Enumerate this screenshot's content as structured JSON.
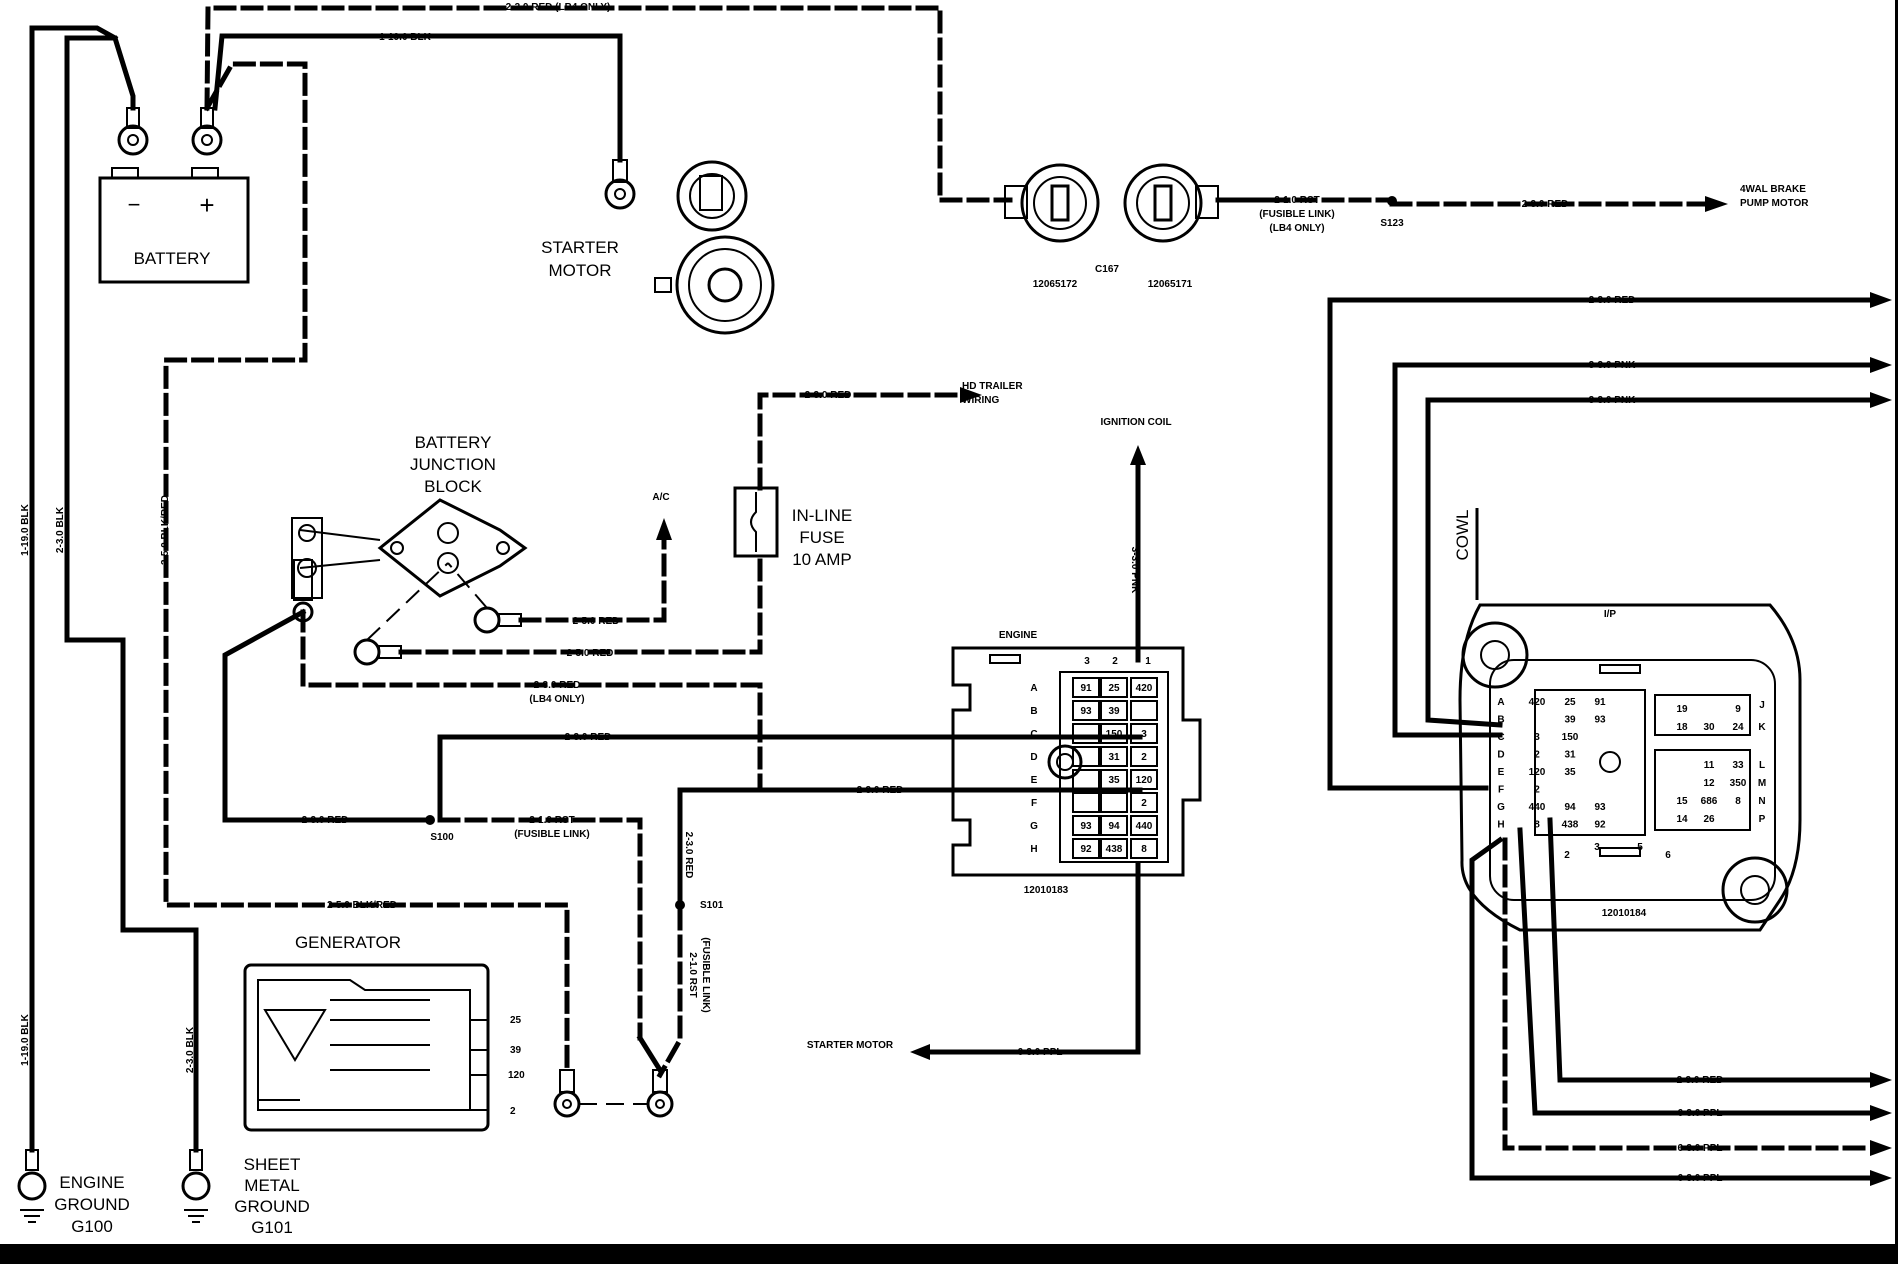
{
  "components": {
    "battery": "BATTERY",
    "battery_minus": "−",
    "battery_plus": "+",
    "starter_motor": [
      "STARTER",
      "MOTOR"
    ],
    "battery_junction_block": [
      "BATTERY",
      "JUNCTION",
      "BLOCK"
    ],
    "inline_fuse": [
      "IN-LINE",
      "FUSE",
      "10 AMP"
    ],
    "generator": "GENERATOR",
    "engine_ground": [
      "ENGINE",
      "GROUND",
      "G100"
    ],
    "sheet_metal_ground": [
      "SHEET",
      "METAL",
      "GROUND",
      "G101"
    ],
    "cowl": "COWL",
    "ip": "I/P",
    "engine_block_label": "ENGINE",
    "connector_c167": "C167",
    "part_12065172": "12065172",
    "part_12065171": "12065171",
    "part_12010183": "12010183",
    "part_12010184": "12010184",
    "splice_s100": "S100",
    "splice_s101": "S101",
    "splice_s123": "S123"
  },
  "destinations": {
    "brake_pump": [
      "4WAL BRAKE",
      "PUMP MOTOR"
    ],
    "hd_trailer": [
      "HD TRAILER",
      "WIRING"
    ],
    "ignition_coil": "IGNITION COIL",
    "ac": "A/C",
    "starter_motor": "STARTER MOTOR"
  },
  "wires": {
    "red_lb4_top": "2-3.0 RED (LB4 ONLY)",
    "blk_top": "1-19.0 BLK",
    "blk_left_1": "1-19.0 BLK",
    "blk_left_2": "2-3.0 BLK",
    "blk_red_vert": "2-5.0 BLK/RED",
    "rst_fusible_top": [
      "2-1.0 RST",
      "(FUSIBLE LINK)",
      "(LB4 ONLY)"
    ],
    "red_to_pump": "2-3.0 RED",
    "red_trailer": "2-3.0 RED",
    "pnk_ign": "3-3.0 PNK",
    "red_ac": "2-5.0 RED",
    "red_fuse": "2-5.0 RED",
    "red_lb4_mid": [
      "2-3.0 RED",
      "(LB4 ONLY)"
    ],
    "red_mid": "2-3.0 RED",
    "red_low": "2-3.0 RED",
    "red_s100": "2-3.0 RED",
    "rst_s100": [
      "2-1.0 RST",
      "(FUSIBLE LINK)"
    ],
    "red_vert_s101": "2-3.0 RED",
    "rst_vert_s101": [
      "2-1.0 RST",
      "(FUSIBLE LINK)"
    ],
    "blk_red_gen": "2-5.0 BLK/RED",
    "ppl_starter": "6-3.0 PPL",
    "blk_bottom_1": "1-19.0 BLK",
    "blk_bottom_2": "2-3.0 BLK",
    "right_red_top": "2-3.0 RED",
    "right_pnk_1": "3-3.0 PNK",
    "right_pnk_2": "3-3.0 PNK",
    "right_red_bottom": "2-3.0 RED",
    "right_ppl_1": "6-3.0 PPL",
    "right_ppl_2": "6-3.0 PPL",
    "right_ppl_3": "6-3.0 PPL"
  },
  "generator_terminals": [
    "25",
    "39",
    "120",
    "2"
  ],
  "engine_block": {
    "columns": [
      "3",
      "2",
      "1"
    ],
    "rows": [
      "A",
      "B",
      "C",
      "D",
      "E",
      "F",
      "G",
      "H"
    ],
    "cells": [
      [
        "91",
        "25",
        "420"
      ],
      [
        "93",
        "39",
        ""
      ],
      [
        "",
        "150",
        "3"
      ],
      [
        "",
        "31",
        "2"
      ],
      [
        "",
        "35",
        "120"
      ],
      [
        "",
        "",
        "2"
      ],
      [
        "93",
        "94",
        "440"
      ],
      [
        "92",
        "438",
        "8"
      ]
    ]
  },
  "ip_block": {
    "rows_left": [
      "A",
      "B",
      "C",
      "D",
      "E",
      "F",
      "G",
      "H"
    ],
    "cells_left": [
      [
        "420",
        "25",
        "91"
      ],
      [
        "",
        "39",
        "93"
      ],
      [
        "3",
        "150",
        ""
      ],
      [
        "2",
        "31",
        ""
      ],
      [
        "120",
        "35",
        ""
      ],
      [
        "2",
        "",
        ""
      ],
      [
        "440",
        "94",
        "93"
      ],
      [
        "8",
        "438",
        "92"
      ]
    ],
    "rows_right": [
      "J",
      "K",
      "L",
      "M",
      "N",
      "P"
    ],
    "cells_right_top": [
      [
        "19",
        "",
        "9"
      ],
      [
        "18",
        "30",
        "24"
      ]
    ],
    "cells_right_bottom": [
      [
        "",
        "11",
        "33"
      ],
      [
        "",
        "12",
        "350"
      ],
      [
        "15",
        "686",
        "8"
      ],
      [
        "14",
        "26",
        ""
      ]
    ],
    "bottom_nums": [
      "2",
      "3",
      "5",
      "6"
    ]
  }
}
